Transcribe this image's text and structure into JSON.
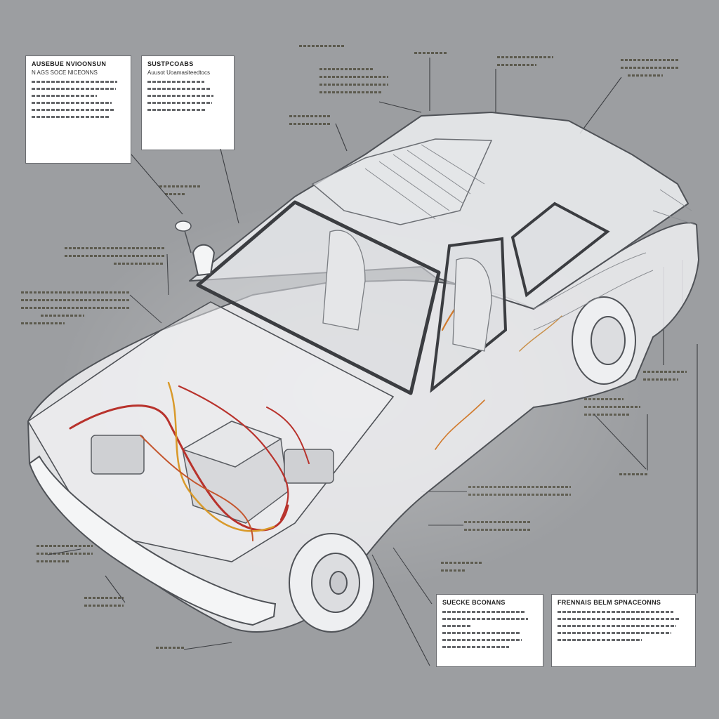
{
  "colors": {
    "background": "#9c9ea1",
    "panel": "#ffffff",
    "panel_border": "#6a6c70",
    "car_outline": "#4f5257",
    "wiring_red": "#b8322c",
    "wiring_amber": "#d99a2b"
  },
  "diagram": {
    "subject": "car-cutaway-electrical",
    "boxes": [
      {
        "id": "box-1",
        "title": "AUSEBUE NVIOONSUN",
        "subtitle": "N AGS SOCE NICEONNS"
      },
      {
        "id": "box-2",
        "title": "SUSTPCOABS",
        "subtitle": "Auusot Uoamasiteedtocs"
      },
      {
        "id": "box-3",
        "title": "SUECKE BCONANS"
      },
      {
        "id": "box-4",
        "title": "FRENNAIS BELM SPNACEONNS"
      }
    ]
  }
}
